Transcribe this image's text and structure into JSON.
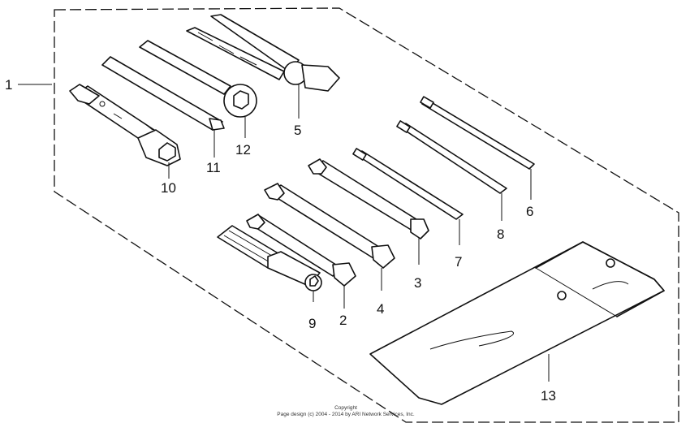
{
  "callouts": {
    "c1": "1",
    "c2": "2",
    "c3": "3",
    "c4": "4",
    "c5": "5",
    "c6": "6",
    "c7": "7",
    "c8": "8",
    "c9": "9",
    "c10": "10",
    "c11": "11",
    "c12": "12",
    "c13": "13"
  },
  "copyright": {
    "line1": "Copyright",
    "line2": "Page design (c) 2004 - 2014 by ARI Network Services, Inc."
  }
}
